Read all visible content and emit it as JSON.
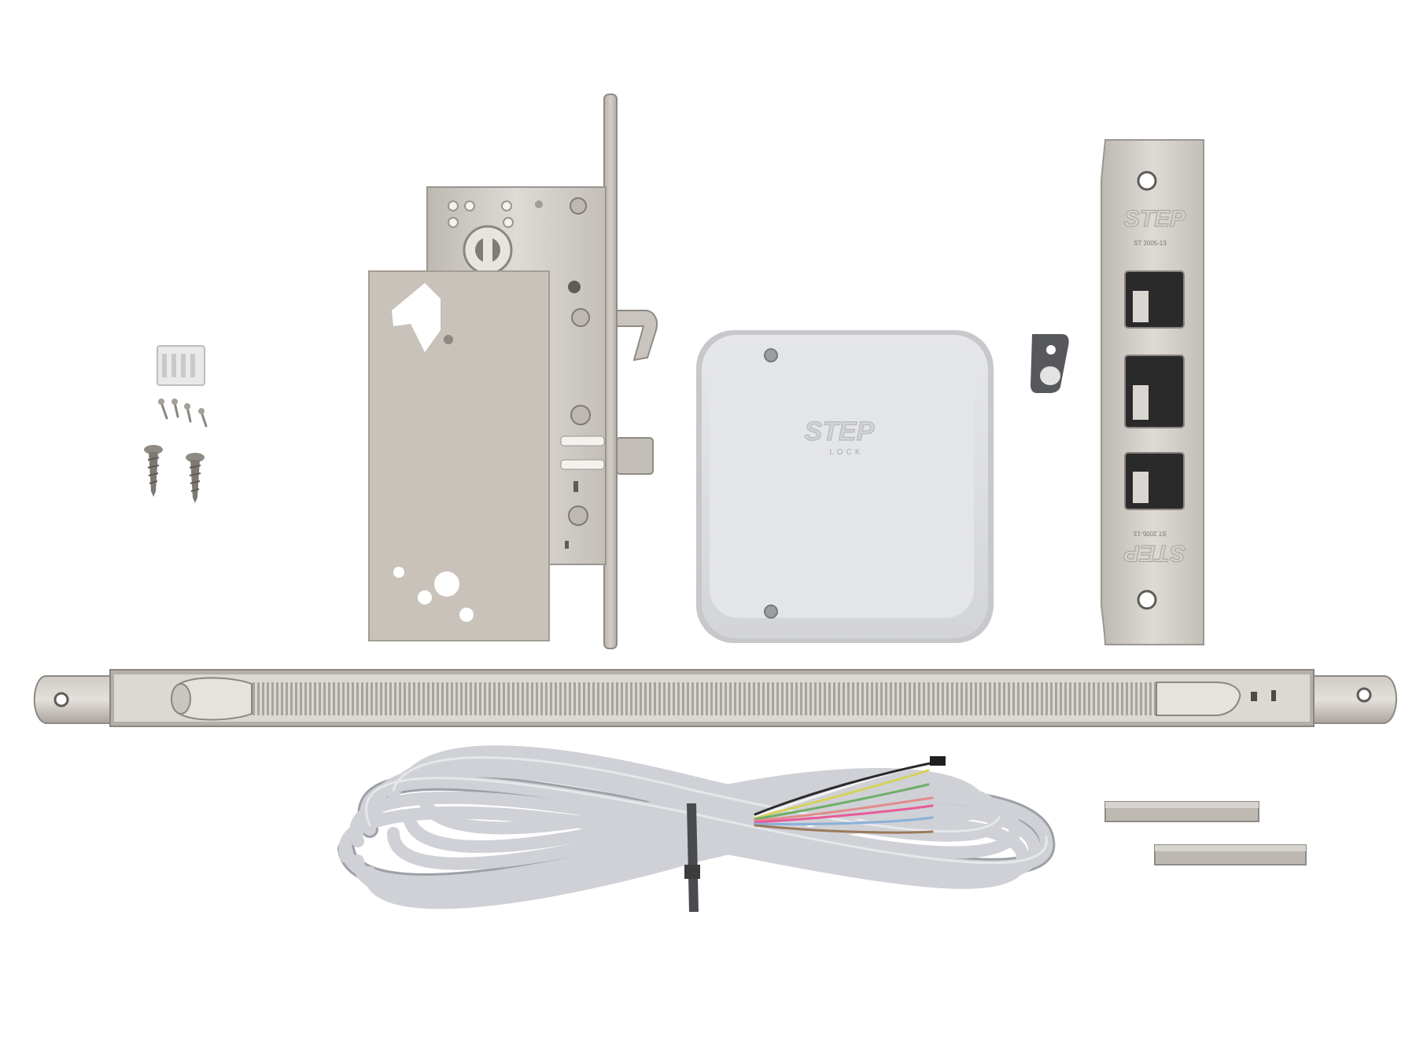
{
  "product_kit": {
    "brand": {
      "logo_word": "STEP",
      "logo_sub": "LOCK"
    },
    "strike_plate": {
      "model_label": "ST 2005-13"
    },
    "colors": {
      "steel": "#c8c3bc",
      "steel_dark": "#8f8a84",
      "housing": "#dcdddf",
      "cable": "#c9cbd0",
      "background": "#ffffff"
    }
  }
}
